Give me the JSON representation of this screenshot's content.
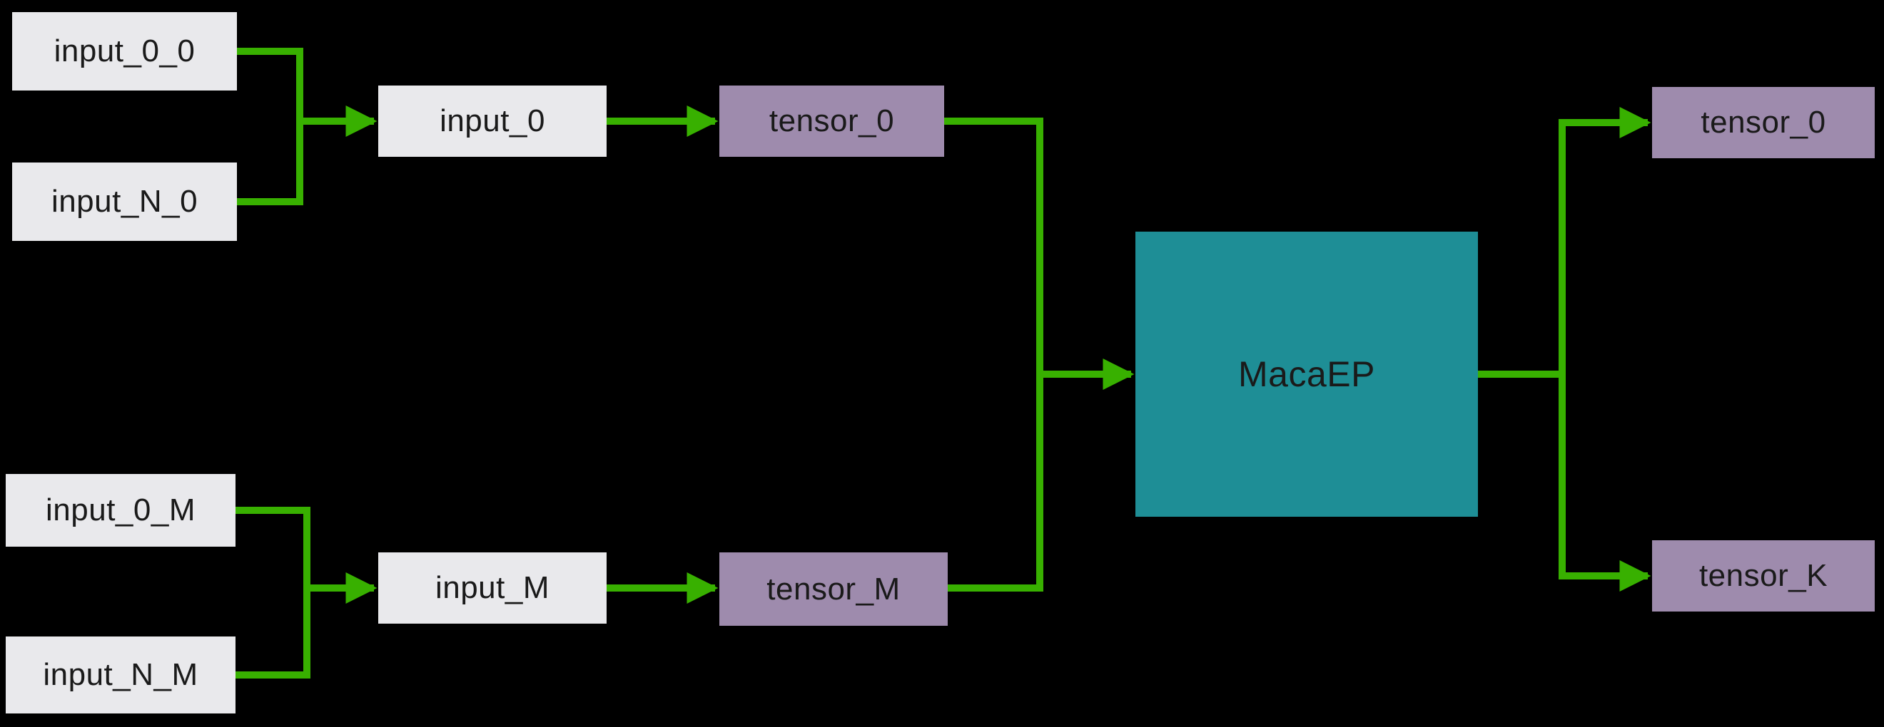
{
  "nodes": {
    "input_0_0": "input_0_0",
    "input_N_0": "input_N_0",
    "input_0": "input_0",
    "tensor_0_left": "tensor_0",
    "input_0_M": "input_0_M",
    "input_N_M": "input_N_M",
    "input_M": "input_M",
    "tensor_M": "tensor_M",
    "macaep": "MacaEP",
    "tensor_0_right": "tensor_0",
    "tensor_K": "tensor_K"
  },
  "edges": [
    {
      "from": "input_0_0",
      "to": "input_0"
    },
    {
      "from": "input_N_0",
      "to": "input_0"
    },
    {
      "from": "input_0",
      "to": "tensor_0_left"
    },
    {
      "from": "input_0_M",
      "to": "input_M"
    },
    {
      "from": "input_N_M",
      "to": "input_M"
    },
    {
      "from": "input_M",
      "to": "tensor_M"
    },
    {
      "from": "tensor_0_left",
      "to": "macaep"
    },
    {
      "from": "tensor_M",
      "to": "macaep"
    },
    {
      "from": "macaep",
      "to": "tensor_0_right"
    },
    {
      "from": "macaep",
      "to": "tensor_K"
    }
  ],
  "colors": {
    "background": "#000000",
    "input_node": "#e9e9ec",
    "tensor_node": "#9e8bad",
    "op_node": "#1e8e96",
    "edge": "#38b000",
    "node_text": "#1a1a1a"
  }
}
